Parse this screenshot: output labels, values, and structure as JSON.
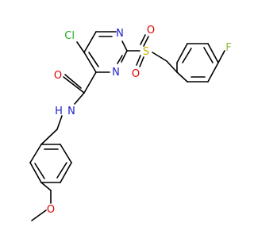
{
  "molecule": {
    "atom_labels": {
      "chlorine": "Cl",
      "fluorine": "F",
      "sulfur": "S",
      "sulfonyl_oxygen_top": "O",
      "sulfonyl_oxygen_bottom": "O",
      "carbonyl_oxygen": "O",
      "amide_nitrogen": "N",
      "amide_hydrogen": "H",
      "pyrimidine_nitrogen_top": "N",
      "pyrimidine_nitrogen_bottom": "N",
      "methoxy_oxygen": "O"
    },
    "colors": {
      "chlorine": "#1fa81f",
      "fluorine": "#8fbc3a",
      "sulfur": "#c8b400",
      "oxygen": "#e00000",
      "nitrogen": "#1e1ecc",
      "bond": "#000000"
    }
  }
}
